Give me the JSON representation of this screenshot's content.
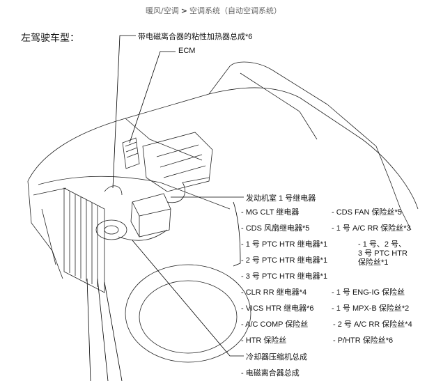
{
  "breadcrumb": {
    "part1": "暖风/空调",
    "separator": ">",
    "part2": "空调系统（自动空调系统）"
  },
  "title": "左驾驶车型：",
  "callouts": {
    "viscous_heater": "带电磁离合器的粘性加热器总成*6",
    "ecm": "ECM",
    "engine_room_relay": "发动机室 1 号继电器",
    "compressor": "冷却器压缩机总成"
  },
  "relay_col1": [
    "- MG CLT 继电器",
    "- CDS 风扇继电器*5",
    "- 1 号 PTC HTR 继电器*1",
    "- 2 号 PTC HTR 继电器*1",
    "- 3 号 PTC HTR 继电器*1",
    "- CLR RR 继电器*4",
    "- VICS HTR 继电器*6",
    "- A/C COMP 保险丝",
    "- HTR 保险丝"
  ],
  "relay_col2": [
    "- CDS FAN 保险丝*5",
    "- 1 号 A/C RR 保险丝*3",
    "- 1 号 ENG-IG 保险丝",
    "- 1 号 MPX-B 保险丝*2",
    "- 2 号 A/C RR 保险丝*4",
    "- P/HTR 保险丝*6"
  ],
  "ptc_fuses": [
    "- 1 号、2 号、",
    "3 号 PTC HTR",
    "保险丝*1"
  ],
  "compressor_sub": "- 电磁离合器总成"
}
